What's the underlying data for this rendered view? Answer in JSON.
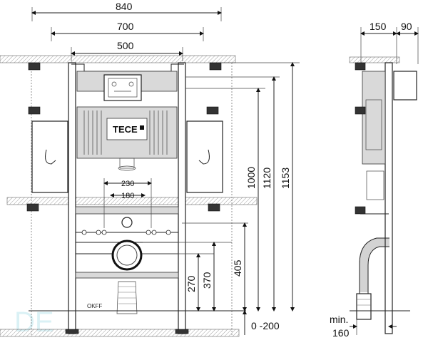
{
  "brand": {
    "logo_text": "TECE"
  },
  "front_view": {
    "dimensions": {
      "width_840": "840",
      "width_700": "700",
      "width_500": "500",
      "height_1153": "1153",
      "height_1120": "1120",
      "height_1000": "1000",
      "height_405": "405",
      "height_370": "370",
      "height_270": "270",
      "range_0_200": "0 -200",
      "spacing_230": "230",
      "spacing_180": "180"
    },
    "floor_label": "OKFF"
  },
  "side_view": {
    "dimensions": {
      "depth_150": "150",
      "depth_90": "90",
      "min_label": "min.",
      "min_value": "160"
    }
  },
  "watermark": {
    "text": "DE"
  }
}
